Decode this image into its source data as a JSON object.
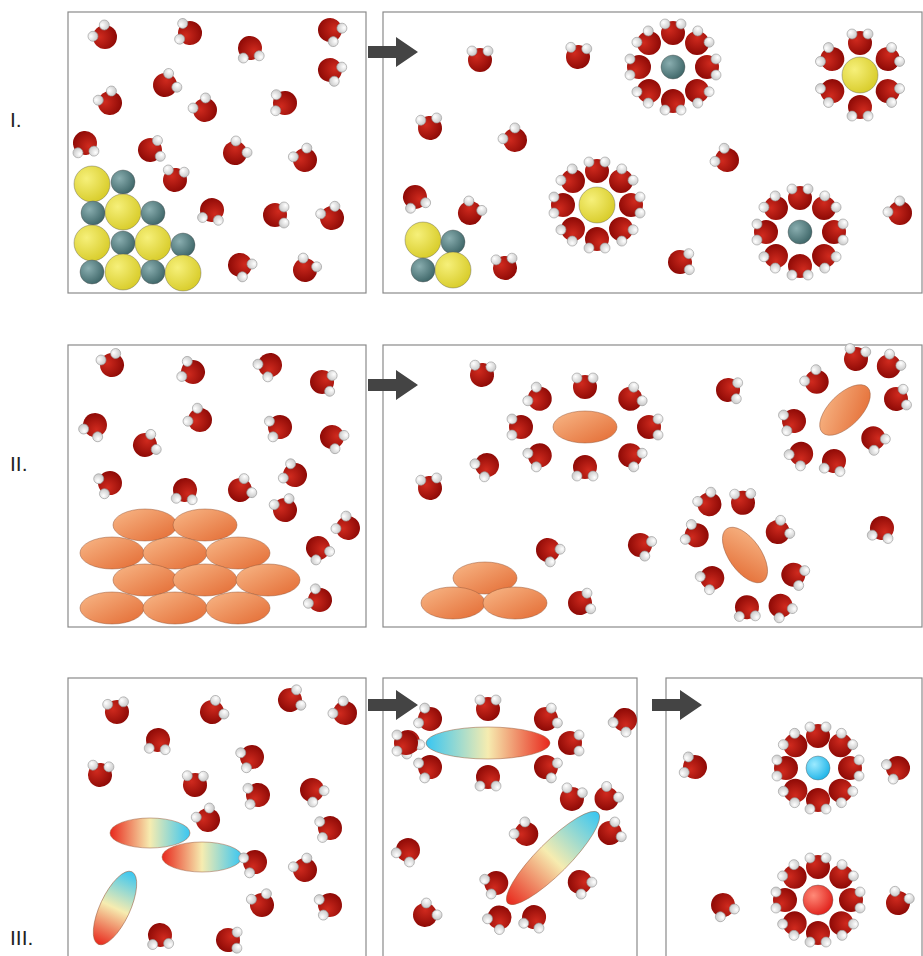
{
  "diagram": {
    "labels": [
      "I.",
      "II.",
      "III."
    ]
  }
}
